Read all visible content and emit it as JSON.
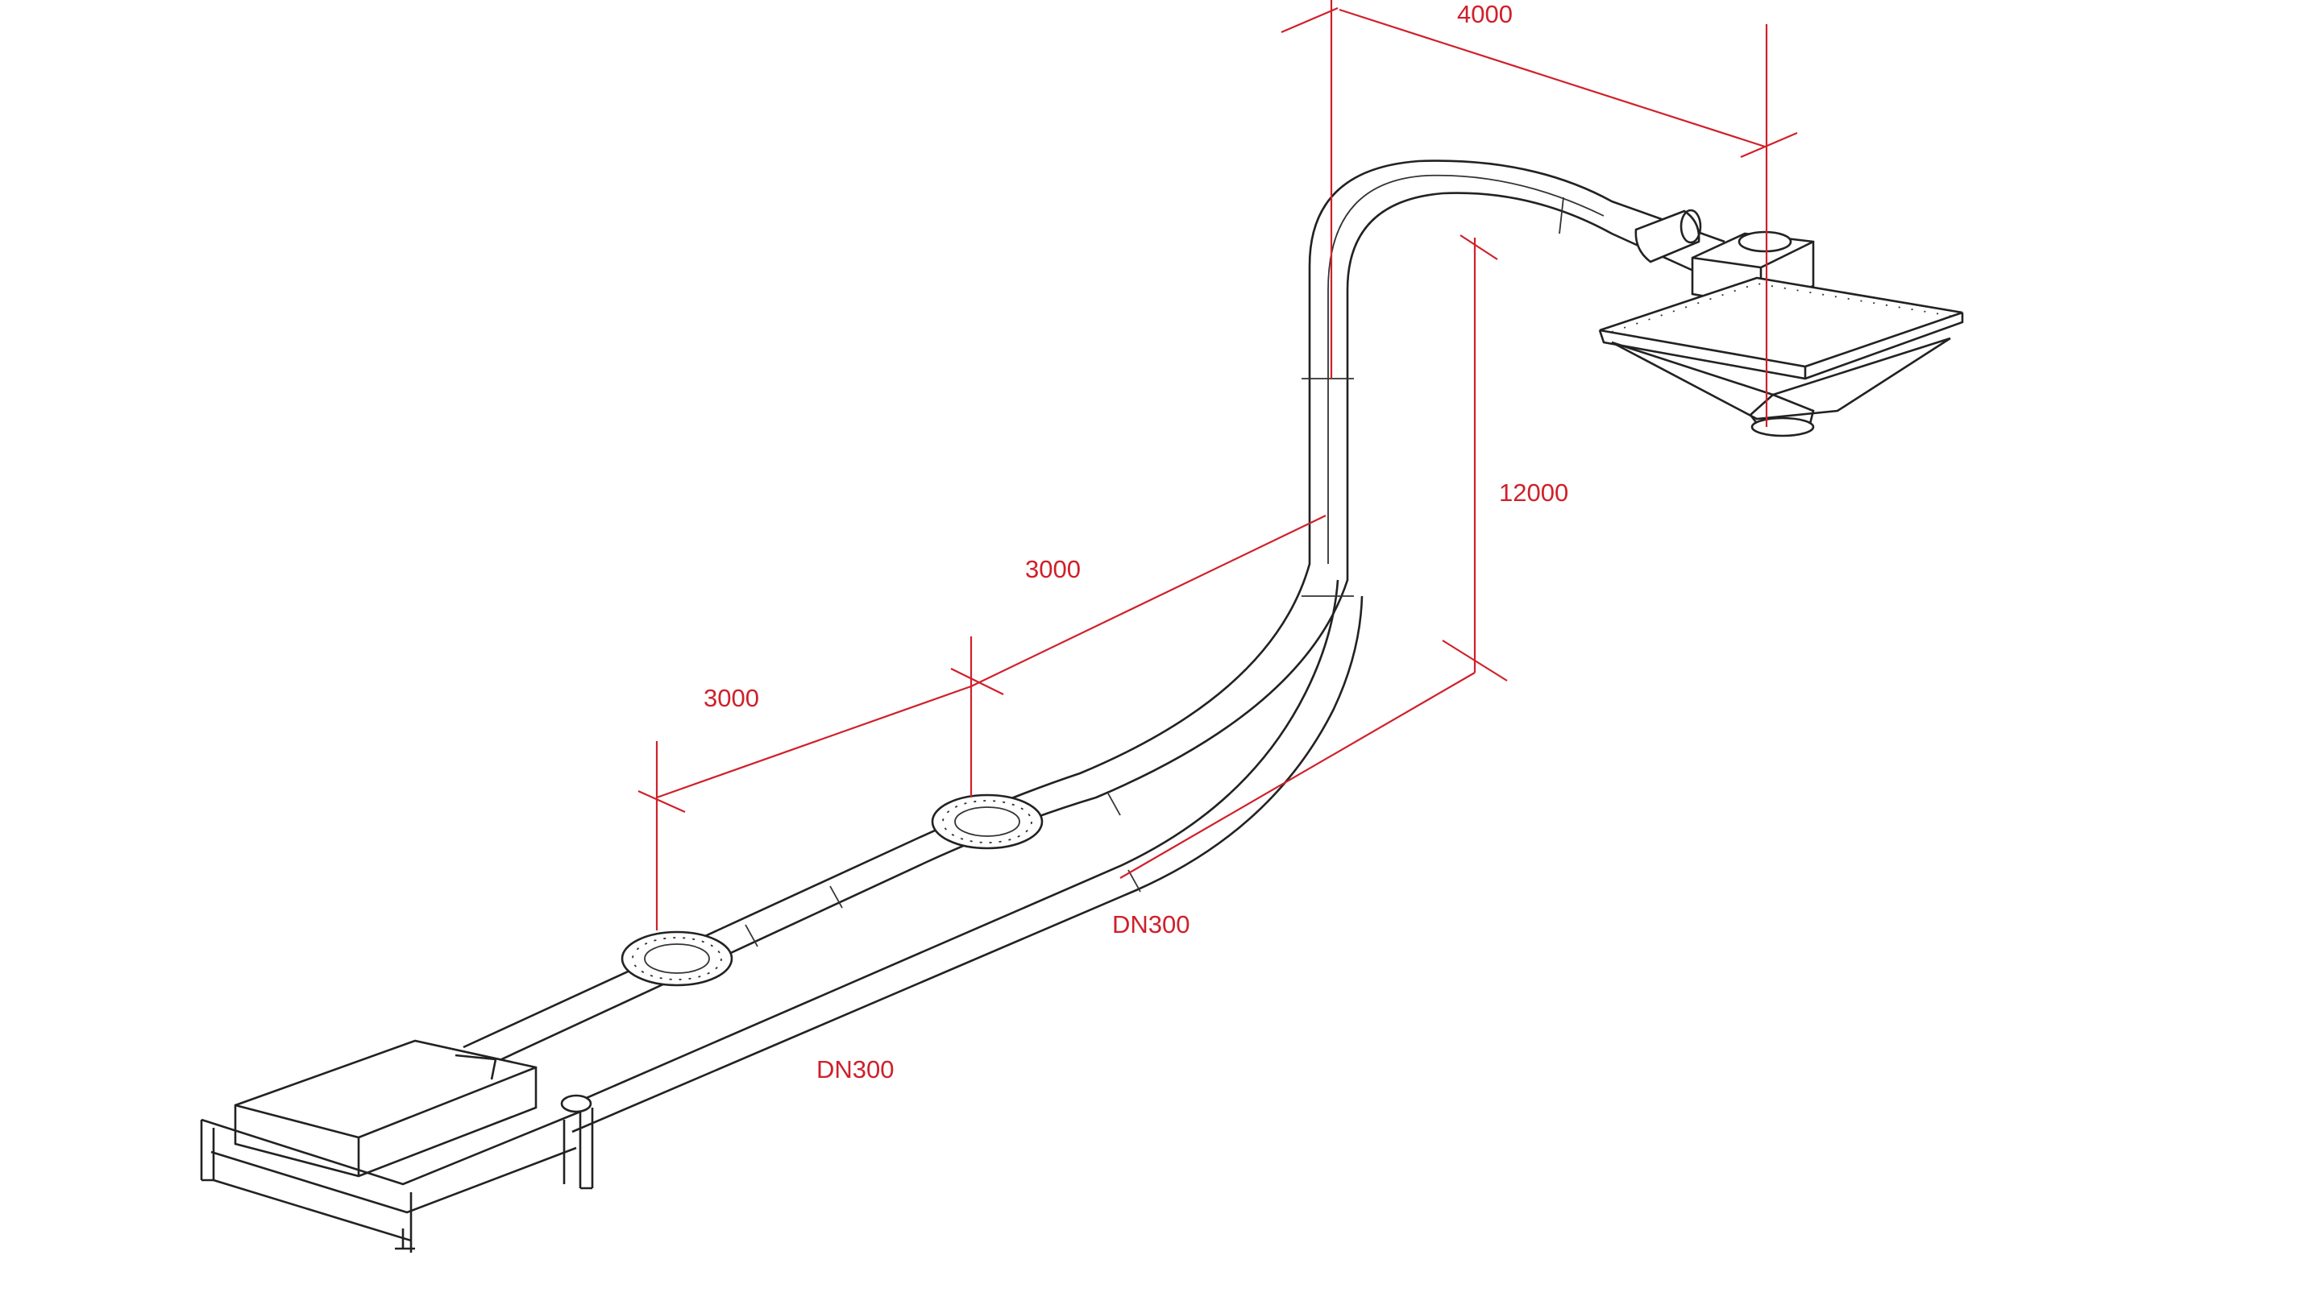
{
  "dimensions": {
    "top_span": "4000",
    "vertical_rise": "12000",
    "segment_upper": "3000",
    "segment_lower": "3000"
  },
  "pipe_labels": {
    "pipe_upper": "DN300",
    "pipe_lower": "DN300"
  },
  "colors": {
    "dimension": "#d0202a",
    "ink": "#222222",
    "background": "#ffffff"
  }
}
